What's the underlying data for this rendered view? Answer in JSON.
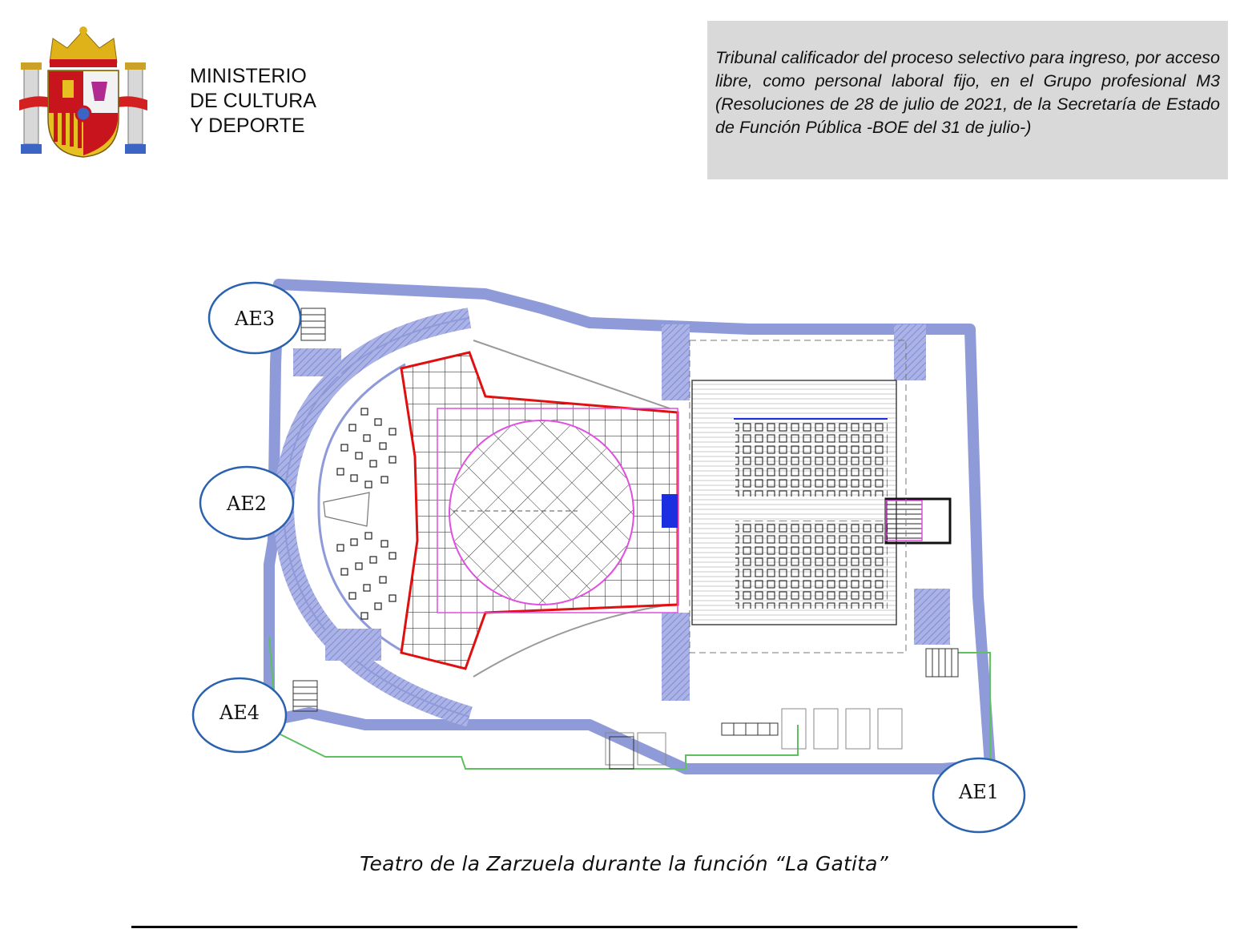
{
  "header": {
    "ministry_lines": [
      "MINISTERIO",
      "DE CULTURA",
      "Y DEPORTE"
    ],
    "tribunal_text": "Tribunal calificador del proceso selectivo para ingreso, por acceso libre, como personal laboral fijo, en el Grupo profesional M3 (Resoluciones de 28 de julio de 2021, de la Secretaría de Estado de Función Pública -BOE del 31 de julio-)"
  },
  "floorplan": {
    "exits": [
      "AE3",
      "AE2",
      "AE4",
      "AE1"
    ]
  },
  "caption": "Teatro de la Zarzuela durante la función “La Gatita”",
  "colors": {
    "wall": "#8f9ad8",
    "grid": "#111111",
    "circle": "#e04fe0",
    "edge": "#e01010",
    "exit_ring": "#2a62b0",
    "outdoor": "#5fc05f",
    "stage_marker": "#1b2fe0",
    "box_bg": "#d9d9d9"
  }
}
